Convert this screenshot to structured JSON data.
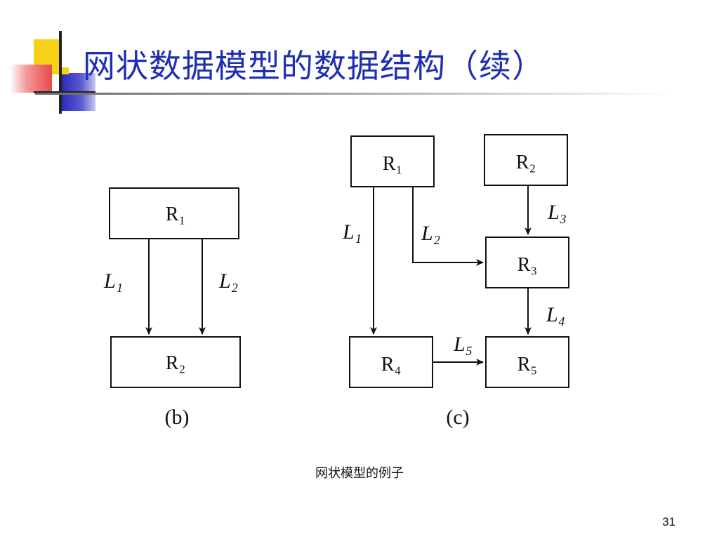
{
  "slide": {
    "title": "网状数据模型的数据结构（续）",
    "caption": "网状模型的例子",
    "page_number": "31"
  },
  "diagram_b": {
    "label": "(b)",
    "boxes": {
      "r1": "R₁",
      "r2": "R₂"
    },
    "links": {
      "l1": "L₁",
      "l2": "L₂"
    }
  },
  "diagram_c": {
    "label": "(c)",
    "boxes": {
      "r1": "R₁",
      "r2": "R₂",
      "r3": "R₃",
      "r4": "R₄",
      "r5": "R₅"
    },
    "links": {
      "l1": "L₁",
      "l2": "L₂",
      "l3": "L₃",
      "l4": "L₄",
      "l5": "L₅"
    }
  }
}
